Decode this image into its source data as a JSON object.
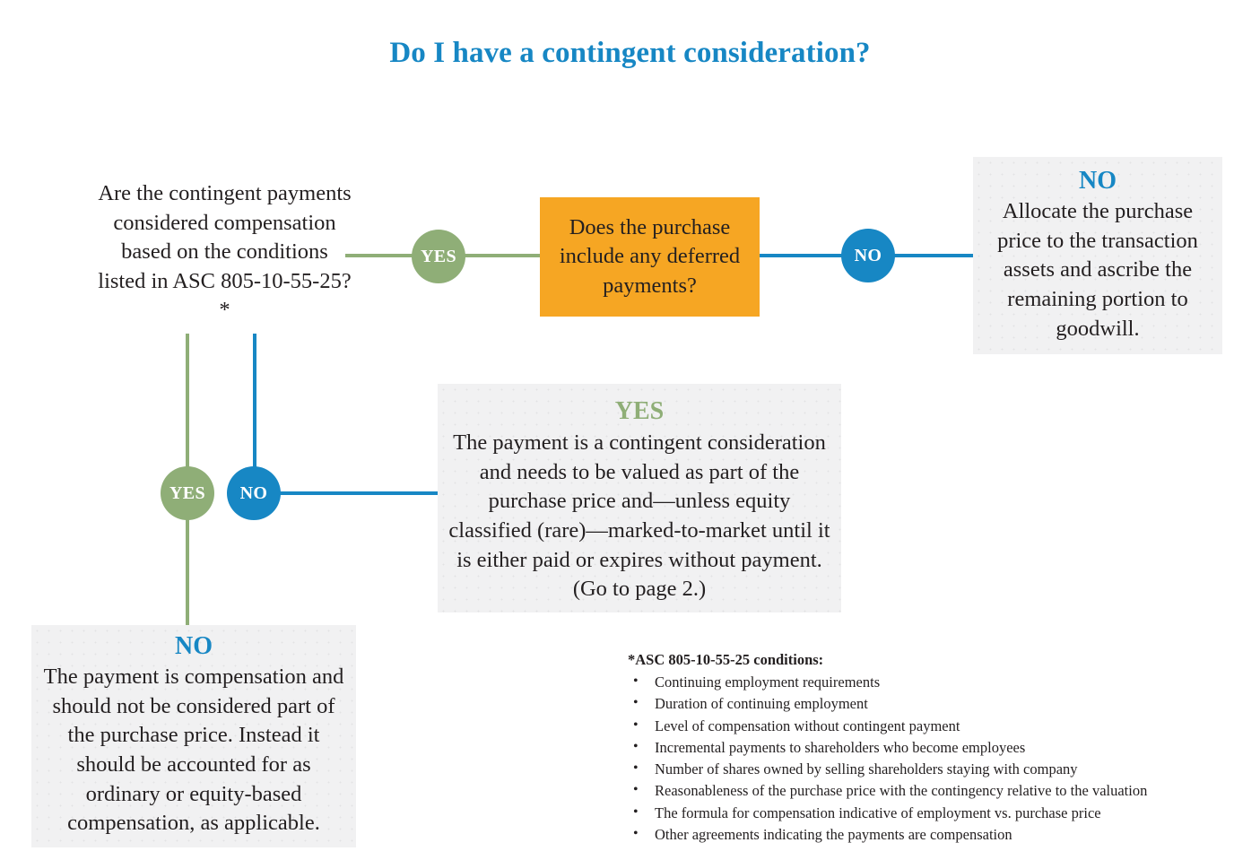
{
  "title": "Do I have a contingent consideration?",
  "colors": {
    "blue": "#1787c4",
    "green": "#8fae77",
    "orange": "#f6a623",
    "panel_gray": "#f1f1f2",
    "text": "#231f20"
  },
  "question_left": "Are the contingent payments considered compensation based on the conditions listed in ASC 805-10-55-25?*",
  "decision_box": {
    "text": "Does the purchase include any deferred payments?"
  },
  "branches": {
    "q1_yes_label": "YES",
    "q1_no_label": "NO",
    "q2_no_label": "NO",
    "left_yes_label": "YES",
    "left_no_label": "NO"
  },
  "panels": {
    "topright": {
      "heading": "NO",
      "body": "Allocate the purchase price to the transaction assets and ascribe the remaining portion to goodwill."
    },
    "middle": {
      "heading": "YES",
      "body": "The payment is a contingent consideration and needs to be valued as part of the purchase price and—unless equity classified (rare)—marked-to-market until it is either paid or expires without payment. (Go to page 2.)"
    },
    "bottomleft": {
      "heading": "NO",
      "body": "The payment is compensation and should not be considered part of the purchase price. Instead it should be accounted for as ordinary or equity-based compensation, as applicable."
    }
  },
  "footnote": {
    "title": "*ASC 805-10-55-25 conditions:",
    "items": [
      "Continuing employment requirements",
      "Duration of continuing employment",
      "Level of compensation without contingent payment",
      "Incremental payments to shareholders who become employees",
      "Number of shares owned by selling shareholders staying with company",
      "Reasonableness of the purchase price with the contingency relative to the valuation",
      "The formula for compensation indicative of employment vs. purchase price",
      "Other agreements indicating the payments are compensation"
    ]
  }
}
